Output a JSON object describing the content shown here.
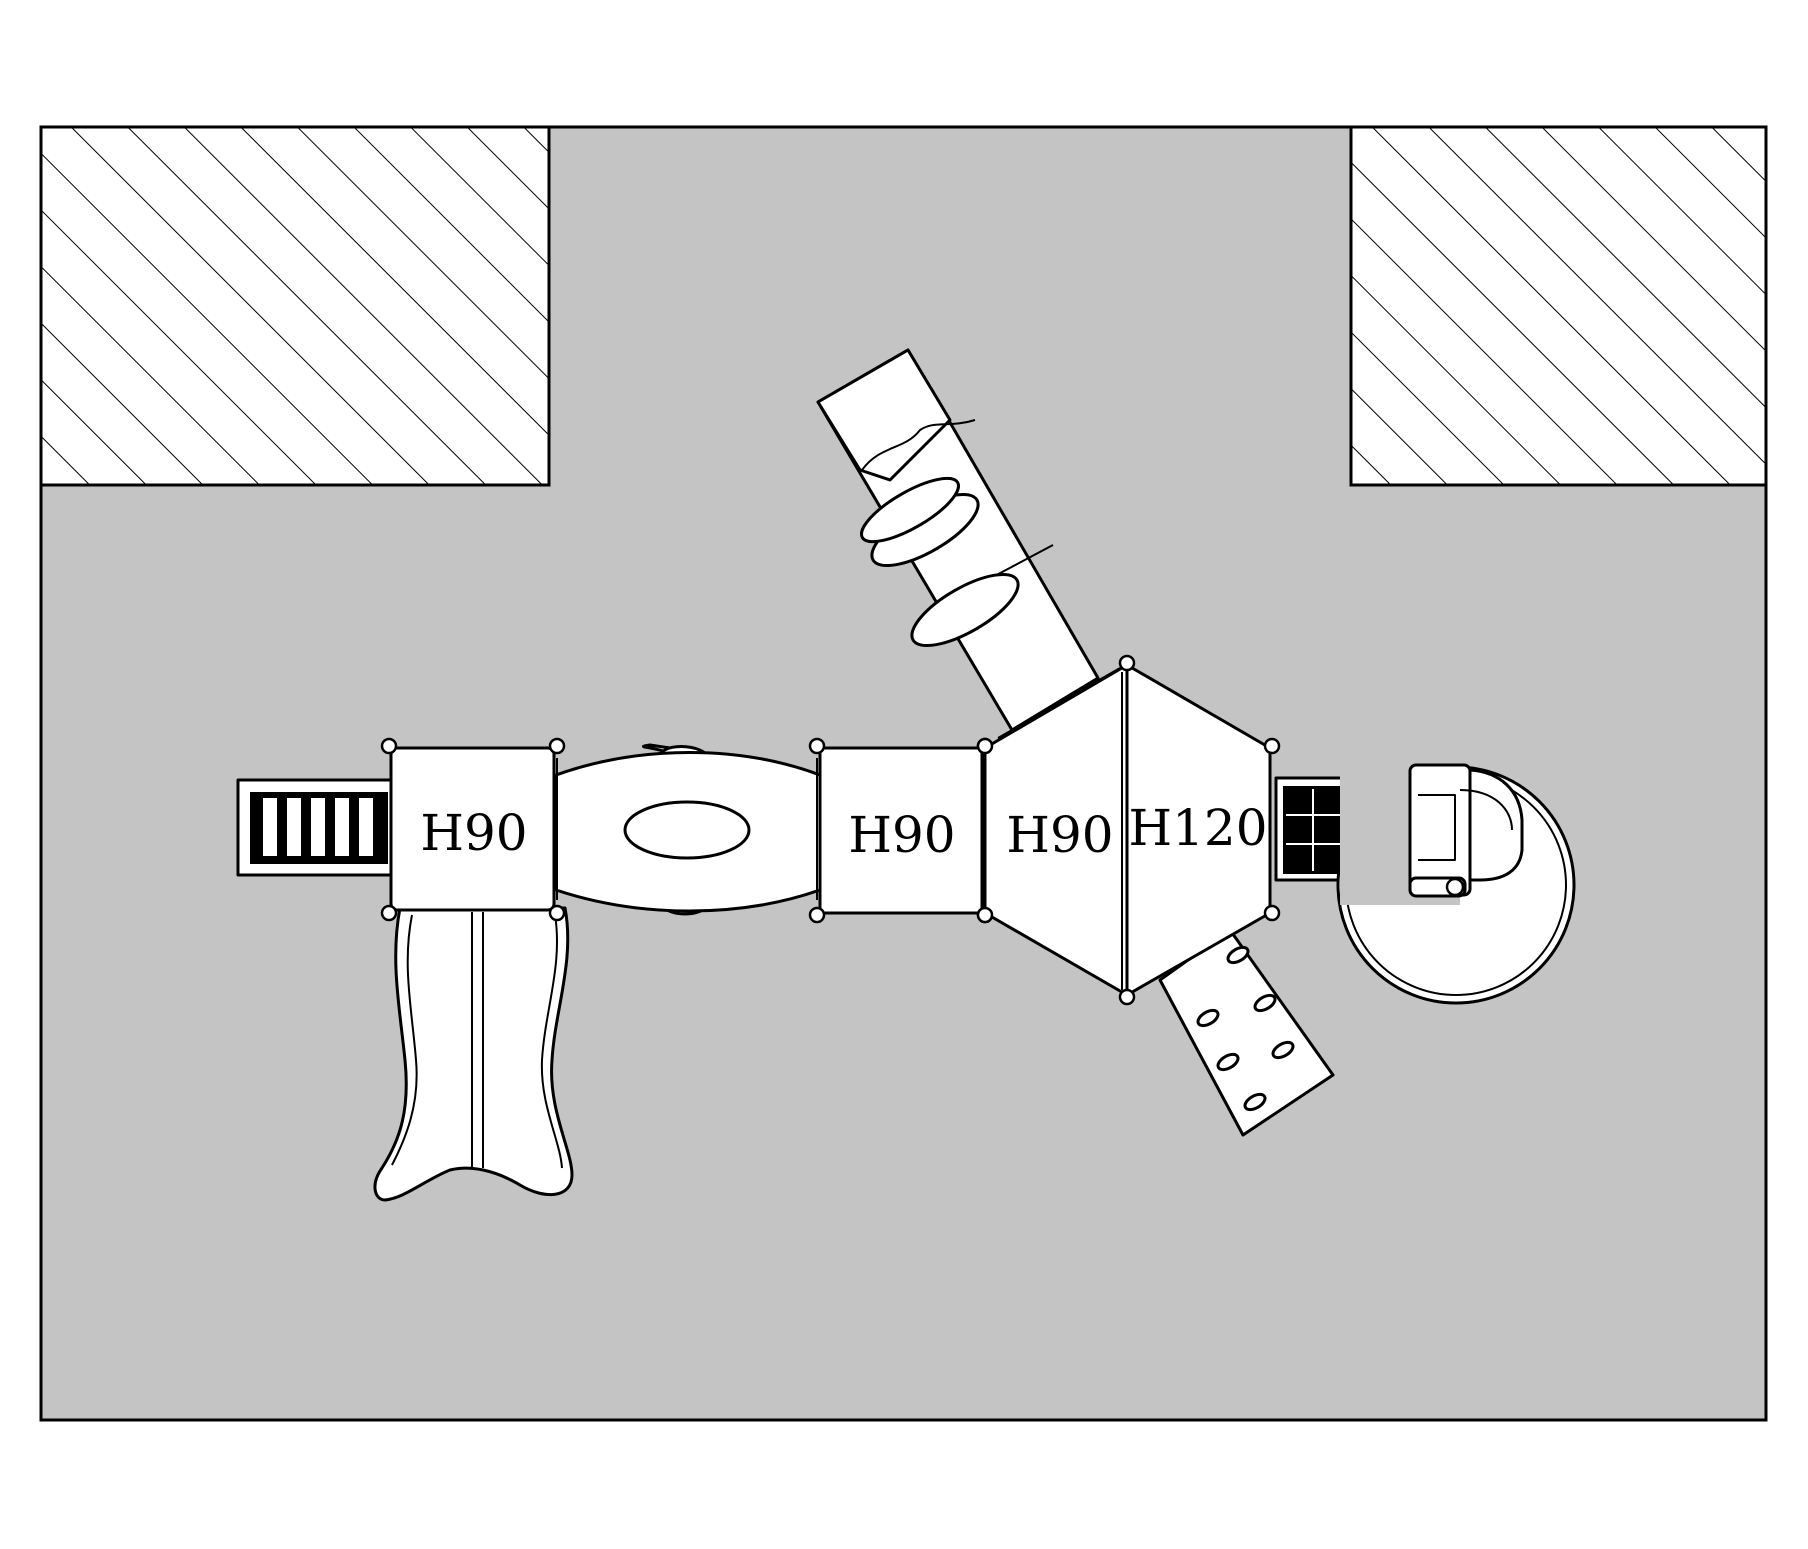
{
  "colors": {
    "ground": "#c4c4c4",
    "restricted_hatch": "#000000",
    "equipment_fill": "#ffffff",
    "outline": "#000000"
  },
  "decks": [
    {
      "id": "deck-1",
      "label": "H90"
    },
    {
      "id": "deck-2",
      "label": "H90"
    },
    {
      "id": "deck-3",
      "label": "H90"
    },
    {
      "id": "deck-4",
      "label": "H120"
    }
  ]
}
